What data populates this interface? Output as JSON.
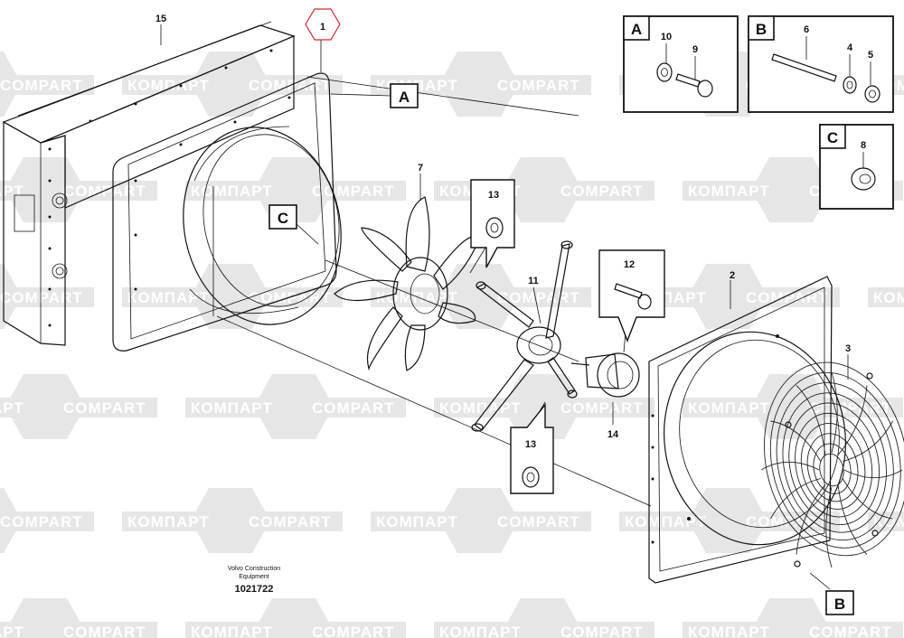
{
  "callouts": {
    "c1": "1",
    "c2": "2",
    "c3": "3",
    "c4": "4",
    "c5": "5",
    "c6": "6",
    "c7": "7",
    "c8": "8",
    "c9": "9",
    "c10": "10",
    "c11": "11",
    "c12": "12",
    "c13a": "13",
    "c13b": "13",
    "c14": "14",
    "c15": "15"
  },
  "detail_views": {
    "a_label": "A",
    "b_label": "B",
    "c_label": "C"
  },
  "markers": {
    "a": "A",
    "b": "B",
    "c": "C"
  },
  "credit": {
    "line1": "Volvo Construction",
    "line2": "Equipment",
    "doc_number": "1021722"
  },
  "watermark": {
    "latin": "COMPART",
    "cyrillic": "КОМПАРТ"
  },
  "colors": {
    "line": "#111111",
    "watermark": "#e6e6e6",
    "highlight_callout": "#d9262b"
  }
}
